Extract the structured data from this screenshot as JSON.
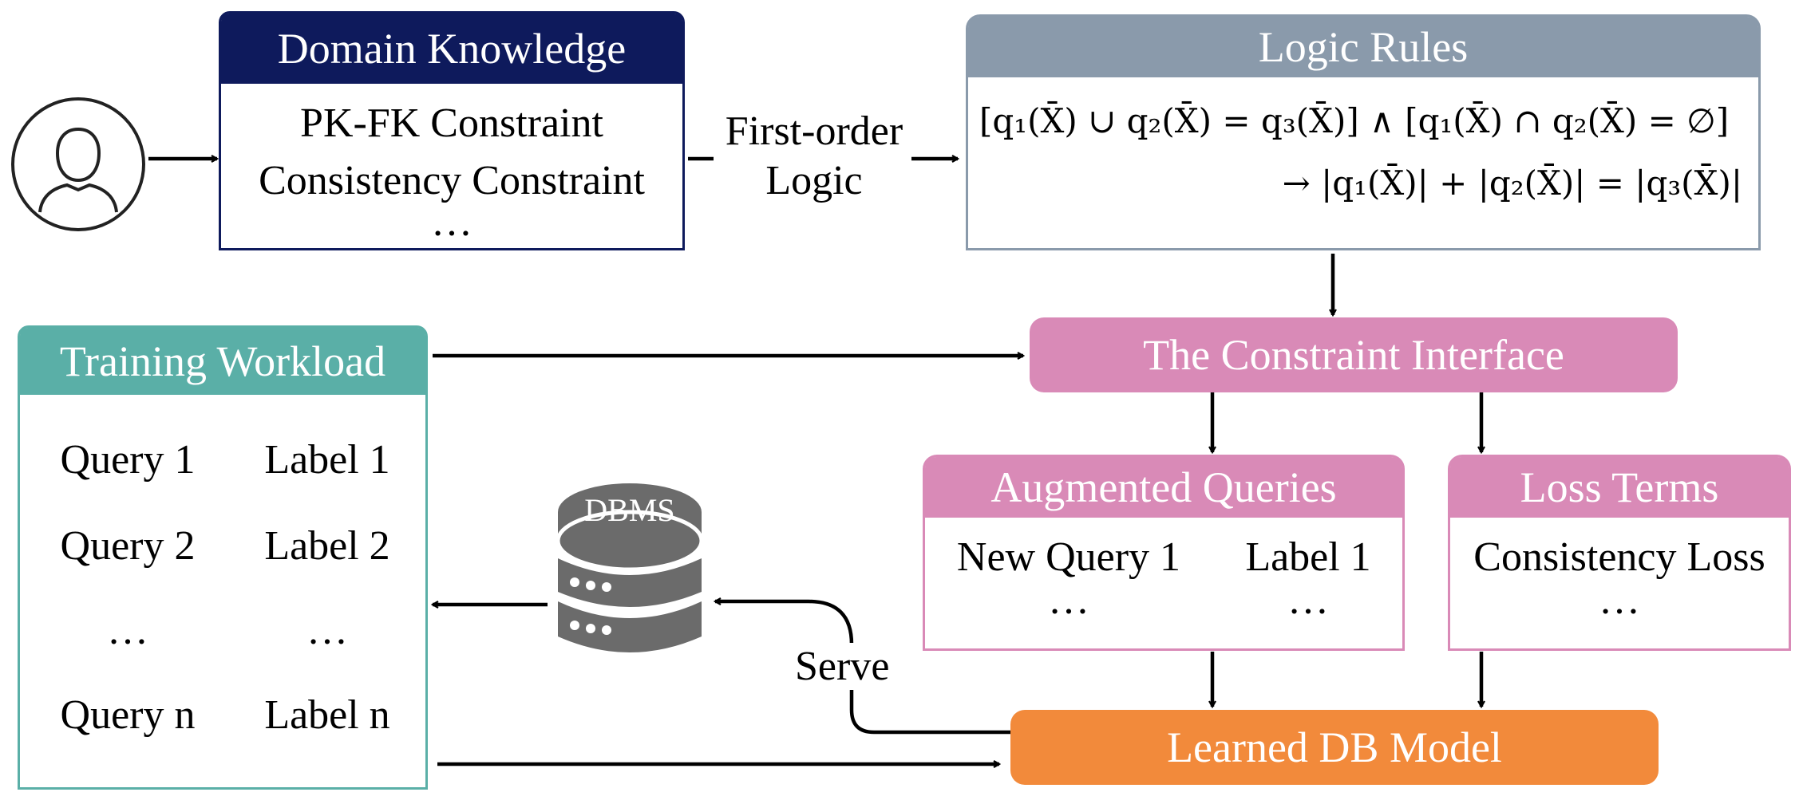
{
  "user_icon": "user-icon",
  "domain_knowledge": {
    "title": "Domain Knowledge",
    "line1": "PK-FK Constraint",
    "line2": "Consistency Constraint",
    "line3": "…"
  },
  "first_order_label": {
    "line1": "First-order",
    "line2": "Logic"
  },
  "logic_rules": {
    "title": "Logic Rules",
    "formula_line1": "[q₁(X̄) ∪ q₂(X̄) = q₃(X̄)] ∧ [q₁(X̄) ∩ q₂(X̄) = ∅]",
    "formula_line2": "→ |q₁(X̄)| + |q₂(X̄)| = |q₃(X̄)|"
  },
  "training_workload": {
    "title": "Training Workload",
    "rows": [
      {
        "query": "Query 1",
        "label": "Label 1"
      },
      {
        "query": "Query 2",
        "label": "Label 2"
      },
      {
        "query": "…",
        "label": "…"
      },
      {
        "query": "Query n",
        "label": "Label n"
      }
    ]
  },
  "constraint_interface": {
    "title": "The Constraint Interface"
  },
  "augmented_queries": {
    "title": "Augmented Queries",
    "query": "New Query 1",
    "label": "Label 1",
    "ellipsis_query": "…",
    "ellipsis_label": "…"
  },
  "loss_terms": {
    "title": "Loss Terms",
    "line1": "Consistency Loss",
    "line2": "…"
  },
  "dbms": {
    "label": "DBMS",
    "icon": "database-icon"
  },
  "serve_label": "Serve",
  "learned_model": {
    "title": "Learned DB Model"
  },
  "colors": {
    "navy": "#0e1a5c",
    "slate": "#8a9aab",
    "teal": "#5aafa7",
    "pink": "#d98ab7",
    "orange": "#f28a3b",
    "dbms_gray": "#6b6b6b"
  }
}
